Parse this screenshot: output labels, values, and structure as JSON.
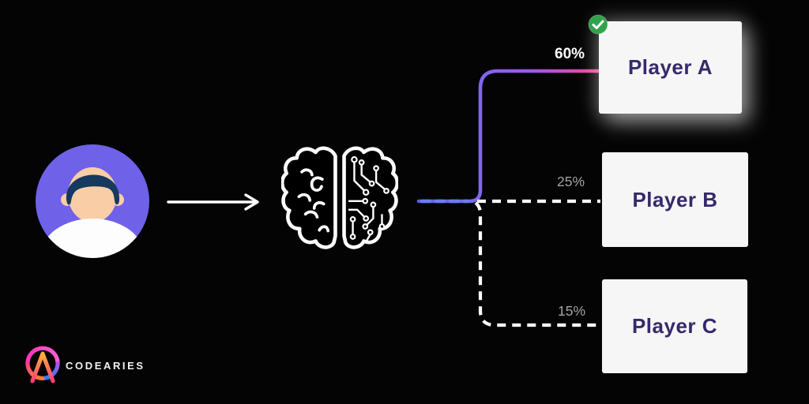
{
  "diagram": {
    "description_nodes": {
      "user_icon": "user-avatar-icon",
      "process_icon": "ai-brain-half-circuit-icon",
      "flow_icon": "right-arrow-icon",
      "selected_marker_icon": "green-check-icon"
    },
    "players": [
      {
        "label": "Player A",
        "percent": "60%",
        "selected": true,
        "line_style": "solid-gradient"
      },
      {
        "label": "Player B",
        "percent": "25%",
        "selected": false,
        "line_style": "dashed-white"
      },
      {
        "label": "Player C",
        "percent": "15%",
        "selected": false,
        "line_style": "dashed-white"
      }
    ]
  },
  "brand": {
    "name": "CODEARIES"
  },
  "colors": {
    "background": "#040404",
    "accent_purple": "#7b68f0",
    "accent_pink": "#ee4796",
    "stub_blue": "#6b7cf6",
    "avatar_bg": "#6f61e8",
    "hair_navy": "#15395f",
    "skin": "#f9cda6",
    "neck_orange": "#f09a60",
    "shirt_white": "#fdfdfd",
    "card_bg": "#f6f6f6",
    "card_text": "#37296a",
    "check_green": "#31a24c",
    "muted_label": "#a3a3a3",
    "line_white": "#ffffff"
  }
}
